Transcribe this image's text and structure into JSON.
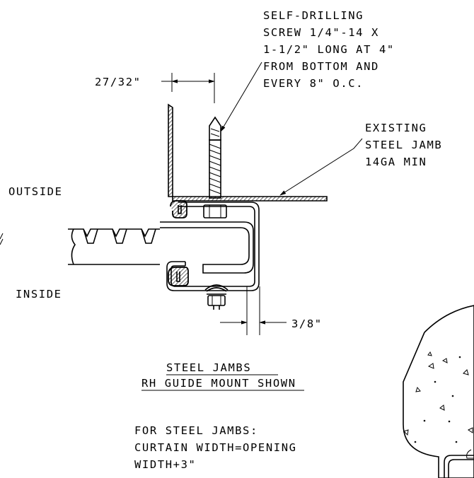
{
  "labels": {
    "screw_note": [
      "SELF-DRILLING",
      "SCREW 1/4\"-14 X",
      "1-1/2\" LONG AT 4\"",
      "FROM BOTTOM AND",
      "EVERY 8\" O.C."
    ],
    "existing_jamb": [
      "EXISTING",
      "STEEL JAMB",
      "14GA MIN"
    ],
    "dim_top": "27/32\"",
    "dim_bottom": "3/8\"",
    "outside": "OUTSIDE",
    "inside": "INSIDE",
    "title_line1": "STEEL JAMBS",
    "title_line2": "RH GUIDE MOUNT SHOWN",
    "note": [
      "FOR STEEL JAMBS:",
      "CURTAIN WIDTH=OPENING",
      "WIDTH+3\""
    ]
  },
  "colors": {
    "line": "#000000",
    "background": "#ffffff",
    "hatch": "#000000"
  }
}
